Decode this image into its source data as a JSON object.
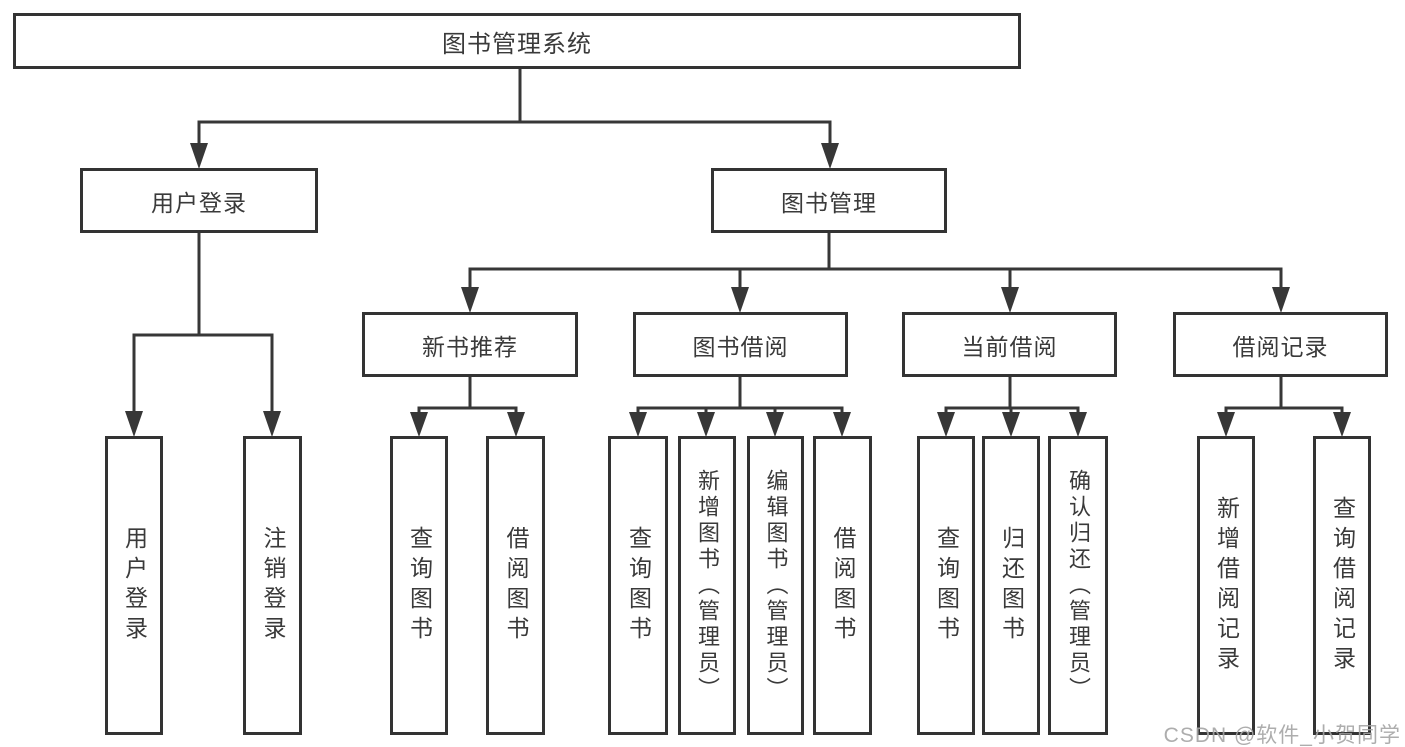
{
  "diagram": {
    "root": "图书管理系统",
    "level2": [
      {
        "label": "用户登录",
        "children": [
          "用户登录",
          "注销登录"
        ]
      },
      {
        "label": "图书管理"
      }
    ],
    "level3": [
      {
        "label": "新书推荐",
        "children": [
          "查询图书",
          "借阅图书"
        ]
      },
      {
        "label": "图书借阅",
        "children": [
          "查询图书",
          "新增图书（管理员）",
          "编辑图书（管理员）",
          "借阅图书"
        ]
      },
      {
        "label": "当前借阅",
        "children": [
          "查询图书",
          "归还图书",
          "确认归还（管理员）"
        ]
      },
      {
        "label": "借阅记录",
        "children": [
          "新增借阅记录",
          "查询借阅记录"
        ]
      }
    ]
  },
  "watermark": "CSDN @软件_小贺同学",
  "colors": {
    "box_border": "#333333",
    "connector_line": "#373737",
    "text": "#3a3a3a",
    "watermark_text": "#a4a4a4",
    "background": "#ffffff"
  }
}
